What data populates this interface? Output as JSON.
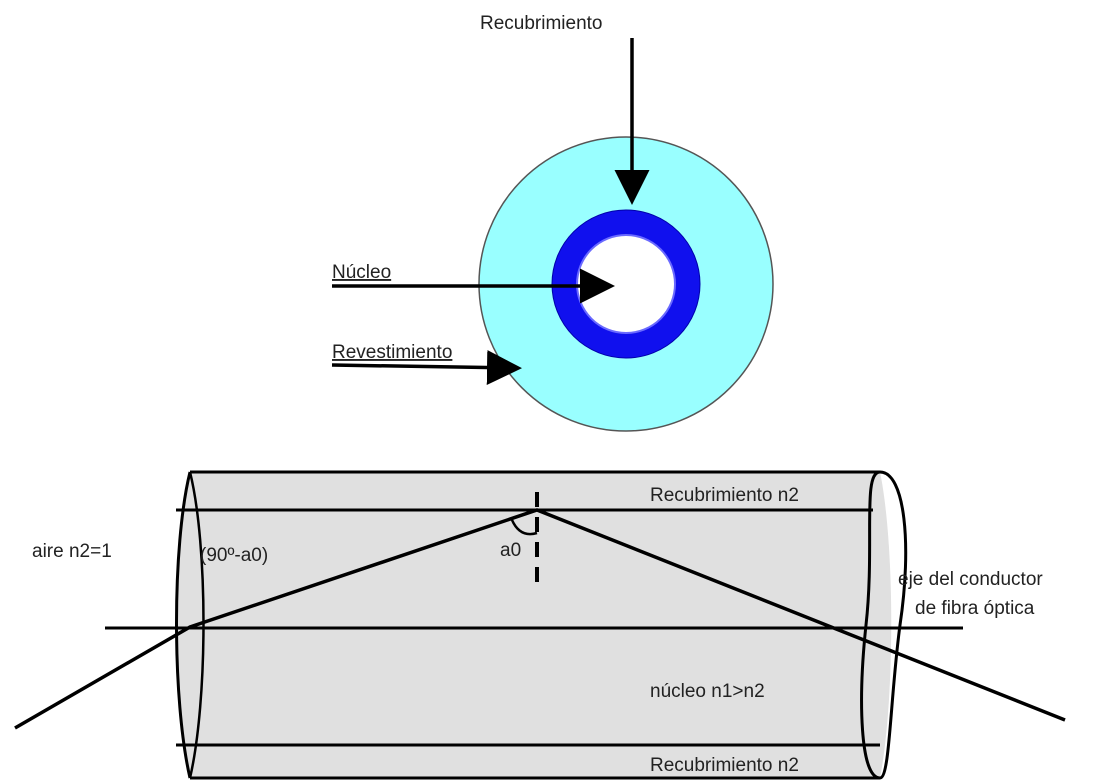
{
  "cross_section": {
    "labels": {
      "recubrimiento": "Recubrimiento",
      "nucleo": "Núcleo",
      "revestimiento": "Revestimiento"
    },
    "colors": {
      "outer_ring": "#99ffff",
      "middle_ring": "#0000ff",
      "inner_core": "#ffffff"
    }
  },
  "longitudinal_section": {
    "labels": {
      "recubrimiento_top": "Recubrimiento n2",
      "recubrimiento_bottom": "Recubrimiento n2",
      "aire": "aire n2=1",
      "angle_complement": "(90º-a0)",
      "angle": "a0",
      "eje_line1": "eje del conductor",
      "eje_line2": "de fibra óptica",
      "nucleo": "núcleo n1>n2"
    },
    "colors": {
      "fiber_fill": "#e0e0e0",
      "stroke": "#000000"
    }
  }
}
